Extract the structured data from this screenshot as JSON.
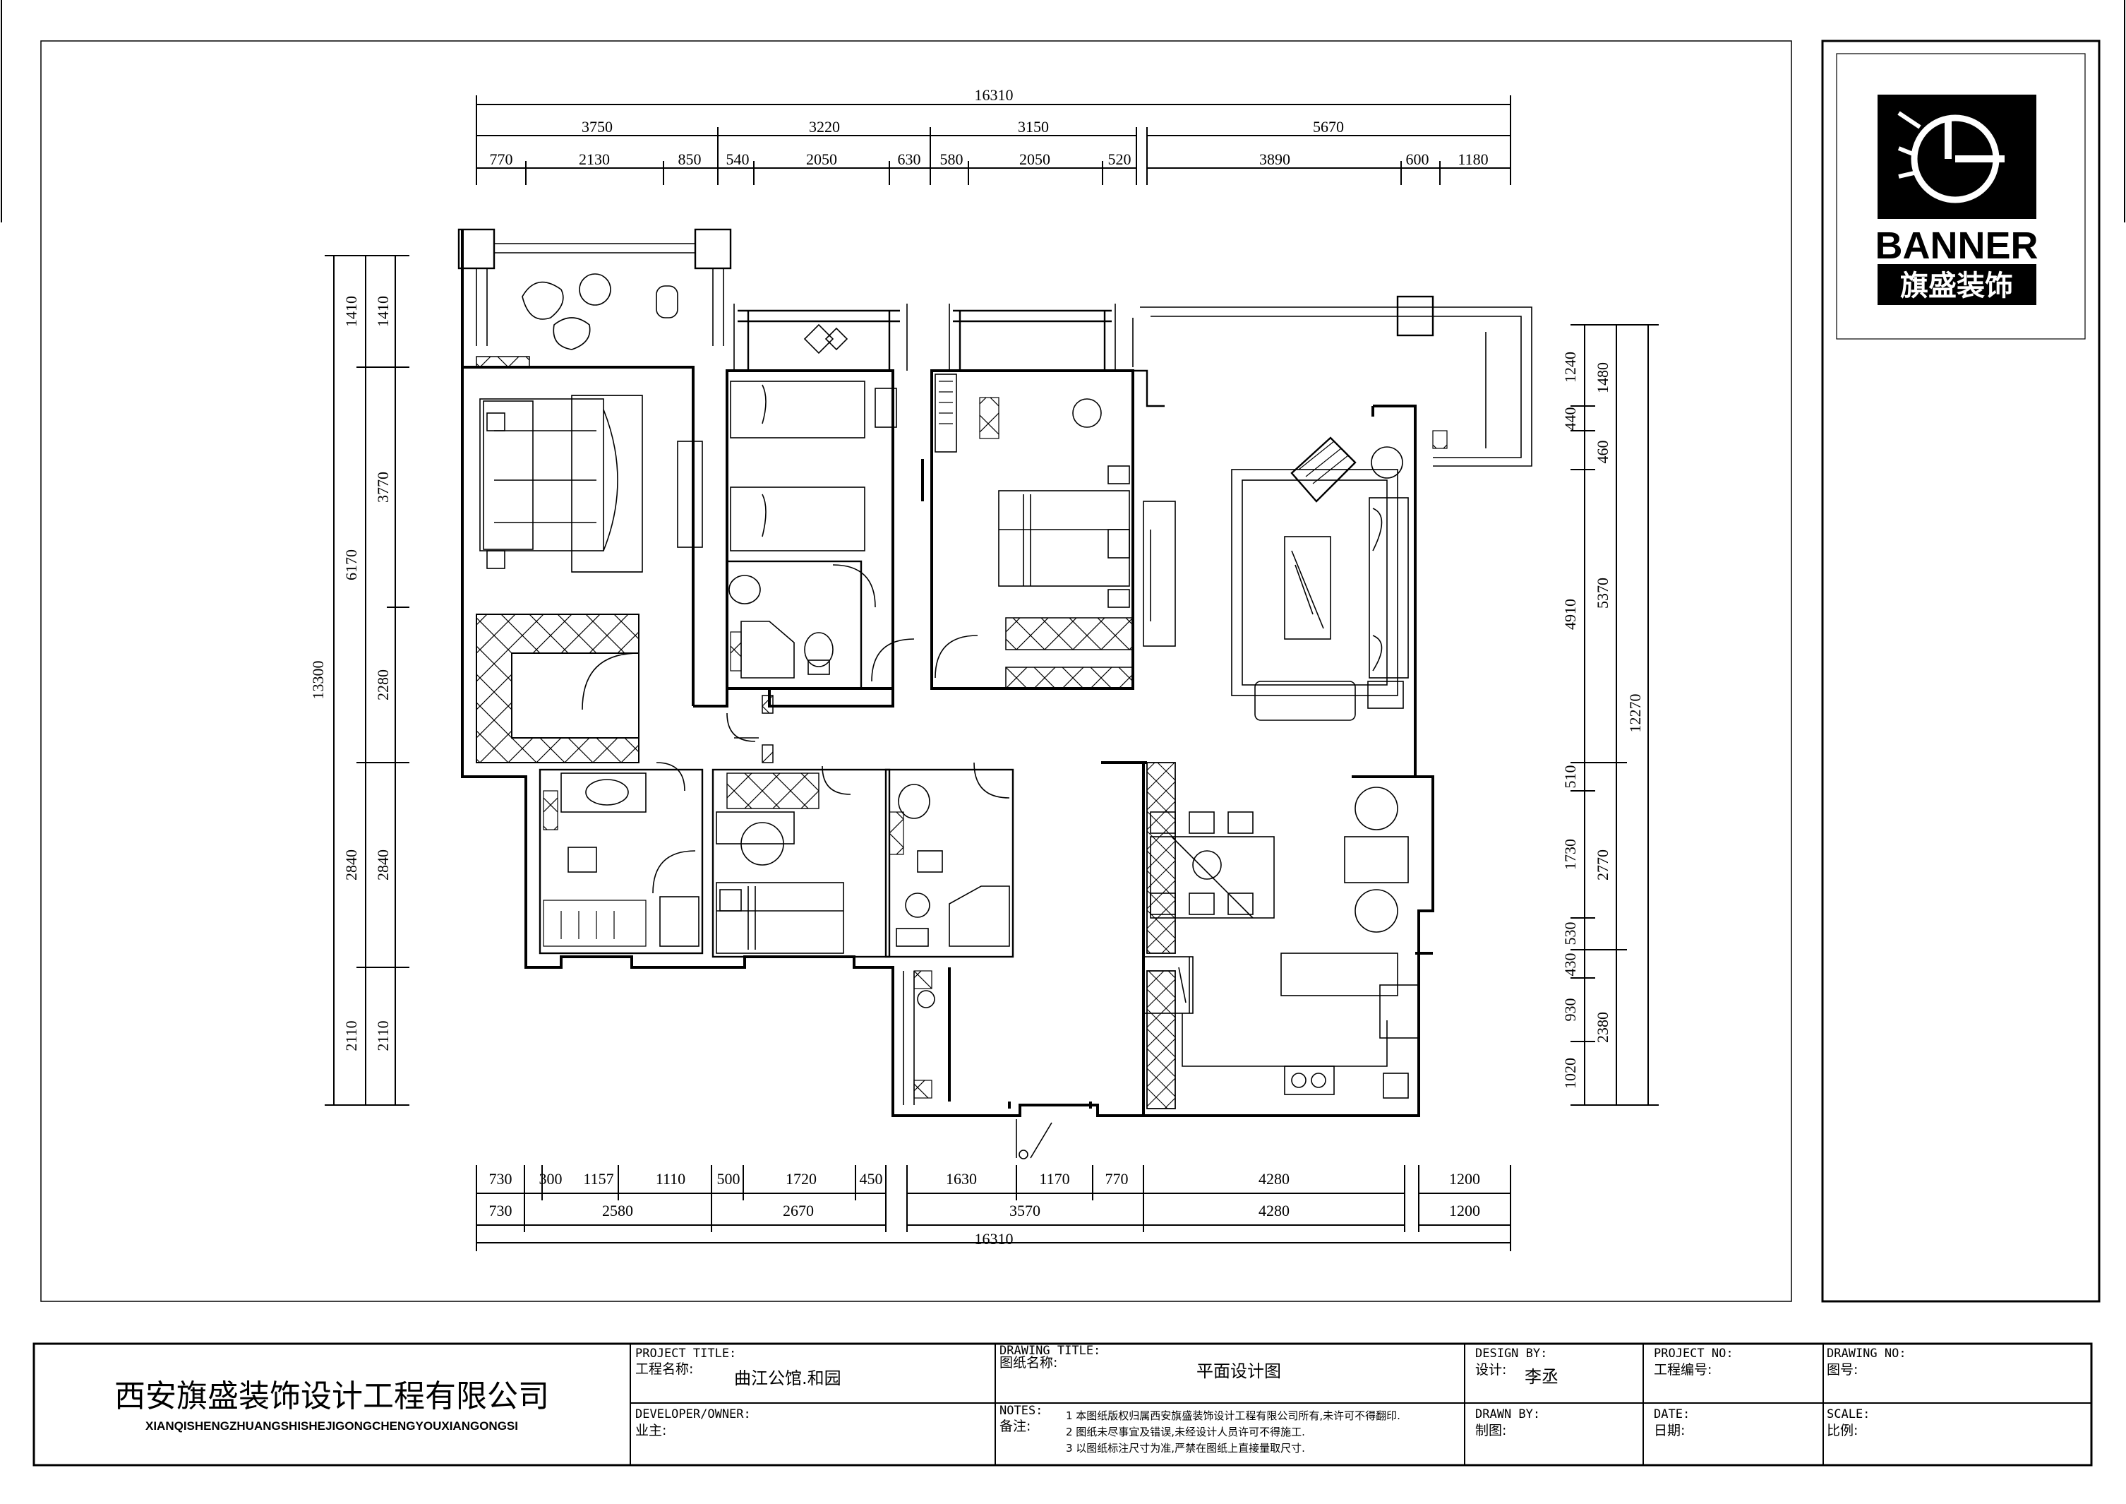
{
  "logo": {
    "brand_en": "BANNER",
    "brand_zh": "旗盛装饰",
    "icon": "banner-logo-icon"
  },
  "dimensions": {
    "top_total": "16310",
    "top_row2": [
      "3750",
      "3220",
      "3150",
      "5670"
    ],
    "top_row3": [
      "770",
      "2130",
      "850",
      "540",
      "2050",
      "630",
      "580",
      "2050",
      "520",
      "3890",
      "600",
      "1180"
    ],
    "bottom_row1": [
      "730",
      "300",
      "1157",
      "1110",
      "500",
      "1720",
      "450",
      "1630",
      "1170",
      "770",
      "4280",
      "1200"
    ],
    "bottom_row2": [
      "730",
      "2580",
      "2670",
      "3570",
      "4280",
      "1200"
    ],
    "bottom_total": "16310",
    "left_total": "13300",
    "left_mid": [
      "1410",
      "6170",
      "2840",
      "2110"
    ],
    "left_inner": [
      "1410",
      "3770",
      "2280",
      "2840",
      "2110"
    ],
    "right_inner": [
      "1240",
      "440",
      "460",
      "4910",
      "510",
      "1730",
      "530",
      "430",
      "930",
      "1020"
    ],
    "right_mid": [
      "1480",
      "5370",
      "2770",
      "2380"
    ],
    "right_total": "12270"
  },
  "title_block": {
    "company_name": "西安旗盛装饰设计工程有限公司",
    "company_pinyin": "XIANQISHENGZHUANGSHISHEJIGONGCHENGYOUXIANGONGSI",
    "project_title_label": "PROJECT TITLE:",
    "project_title_zh": "工程名称:",
    "project_title_value": "曲江公馆.和园",
    "developer_label": "DEVELOPER/OWNER:",
    "developer_zh": "业主:",
    "drawing_title_label": "DRAWING TITLE:",
    "drawing_title_zh": "图纸名称:",
    "drawing_title_value": "平面设计图",
    "notes_label": "NOTES:",
    "notes_zh": "备注:",
    "notes": [
      "1  本图纸版权归属西安旗盛装饰设计工程有限公司所有,未许可不得翻印.",
      "2  图纸未尽事宜及错误,未经设计人员许可不得施工.",
      "3  以图纸标注尺寸为准,严禁在图纸上直接量取尺寸."
    ],
    "design_by_label": "DESIGN BY:",
    "design_by_zh": "设计:",
    "design_by_value": "李丞",
    "drawn_by_label": "DRAWN BY:",
    "drawn_by_zh": "制图:",
    "project_no_label": "PROJECT NO:",
    "project_no_zh": "工程编号:",
    "date_label": "DATE:",
    "date_zh": "日期:",
    "drawing_no_label": "DRAWING NO:",
    "drawing_no_zh": "图号:",
    "scale_label": "SCALE:",
    "scale_zh": "比例:"
  }
}
